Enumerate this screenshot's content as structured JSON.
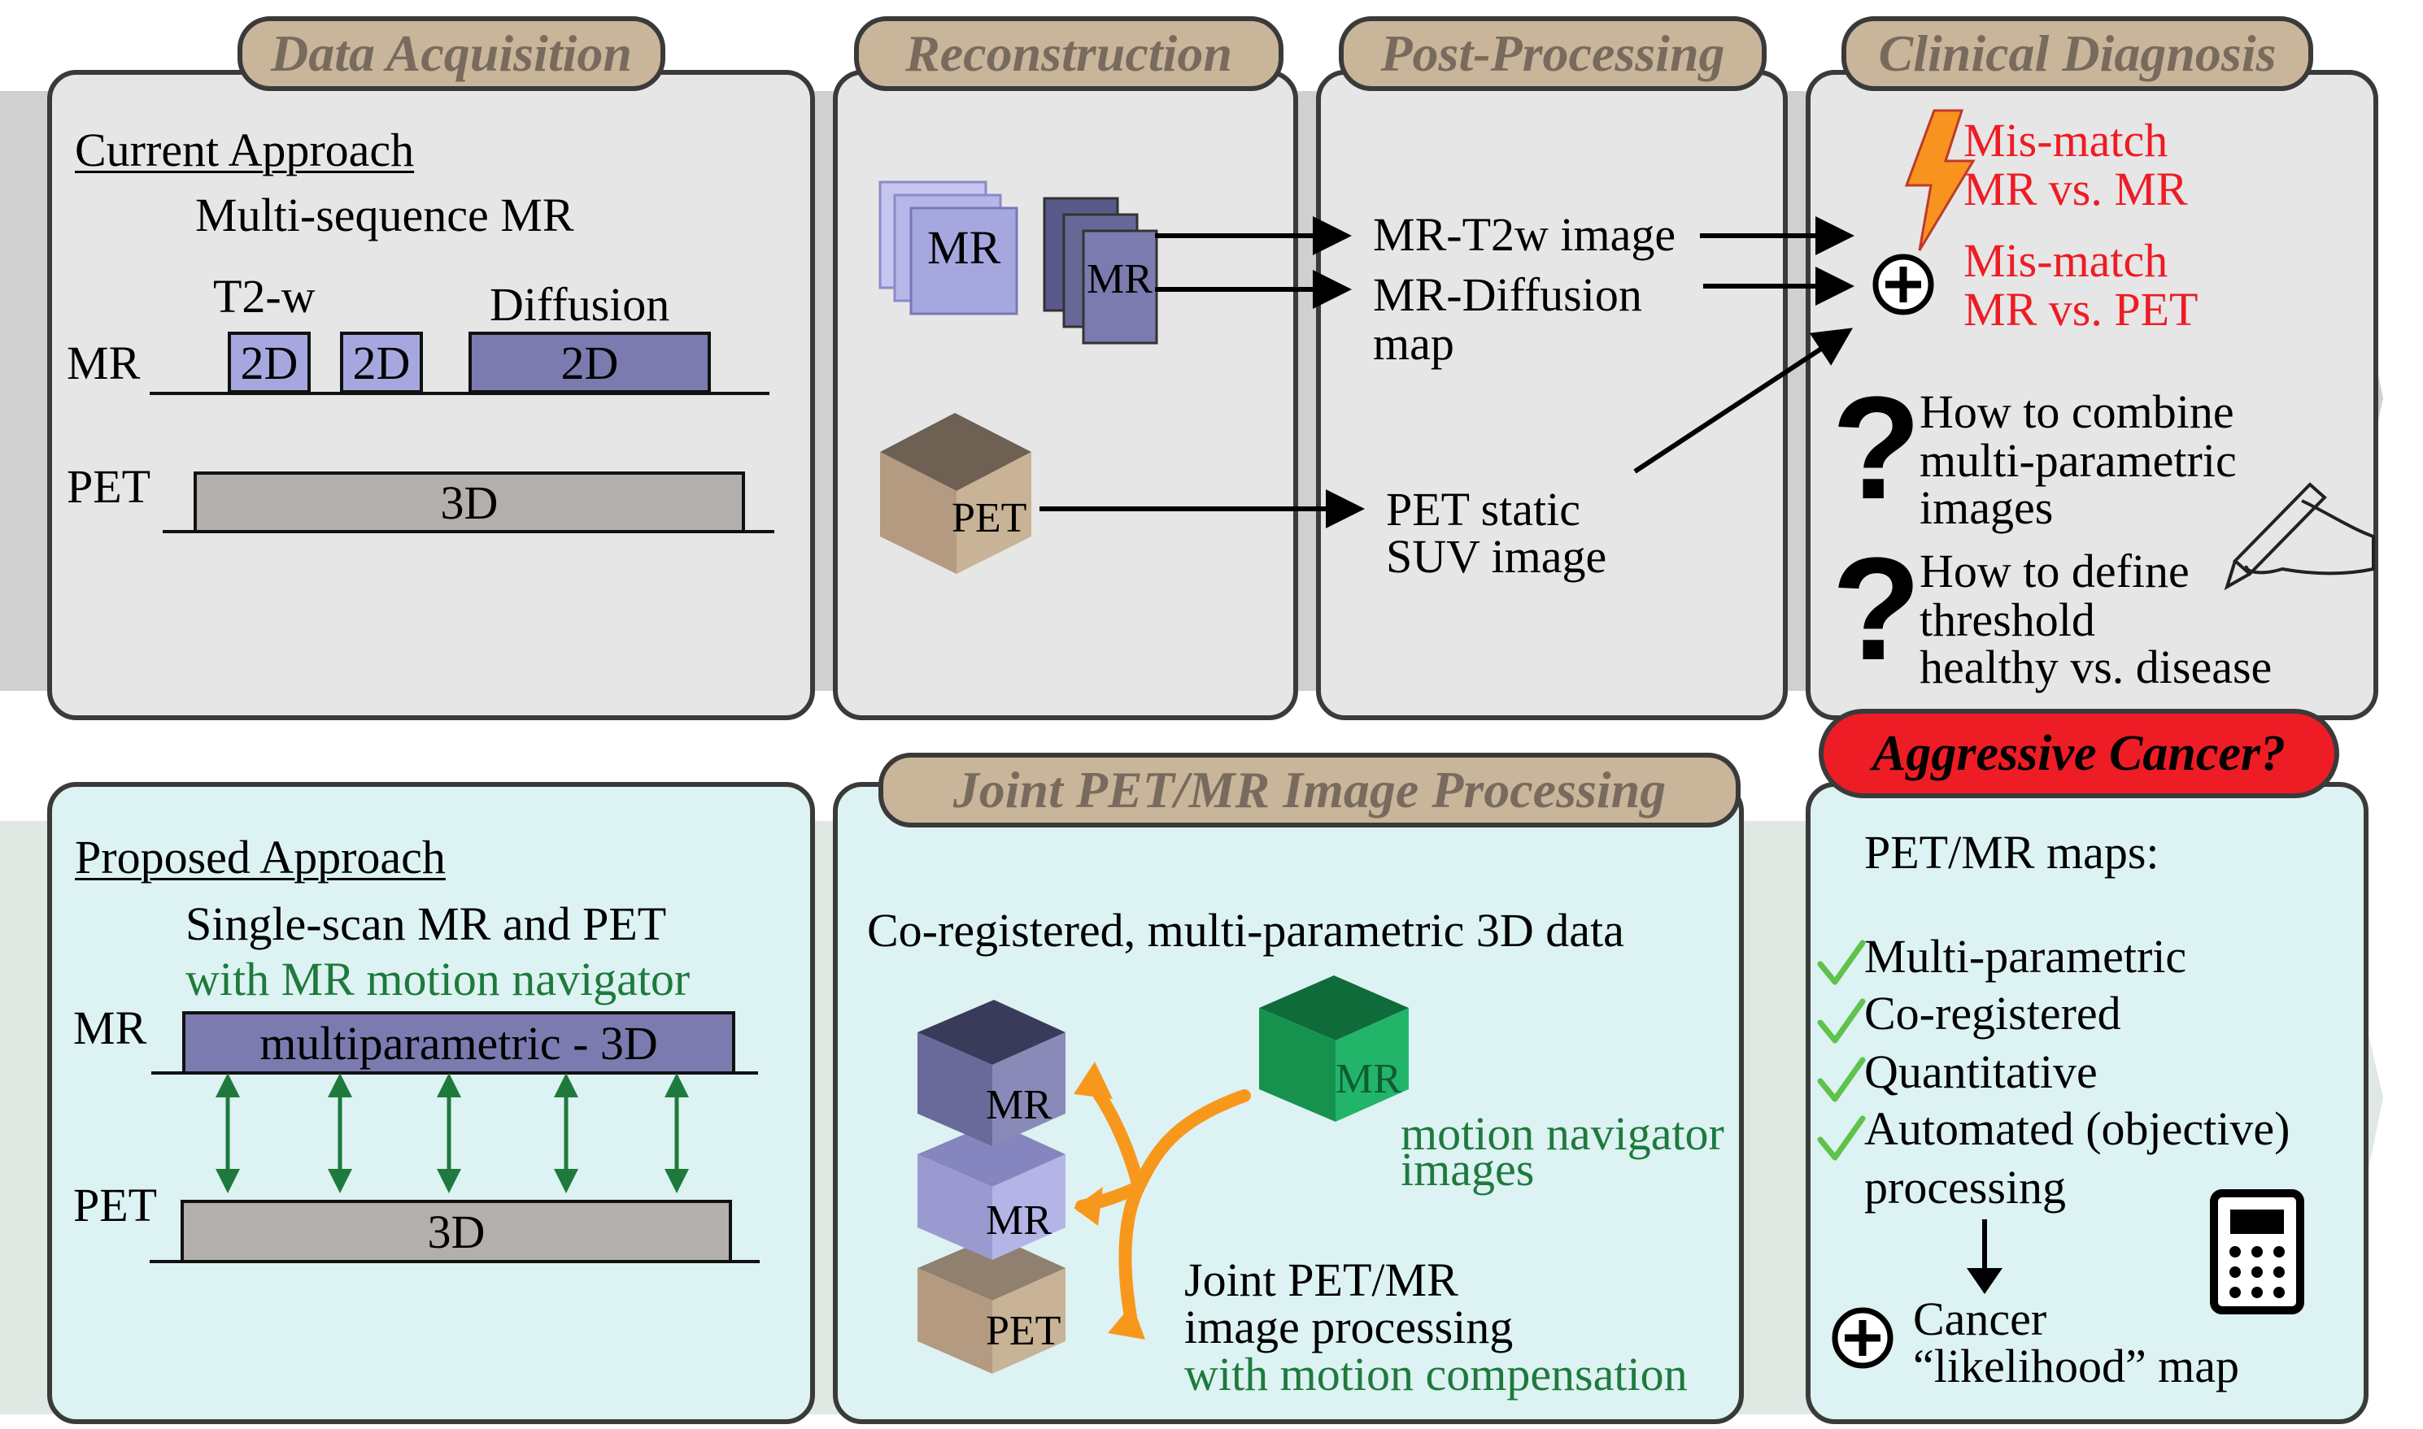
{
  "tabs": {
    "acquisition": "Data Acquisition",
    "reconstruction": "Reconstruction",
    "post_processing": "Post-Processing",
    "clinical": "Clinical Diagnosis",
    "joint": "Joint PET/MR Image Processing",
    "aggressive": "Aggressive Cancer?"
  },
  "current": {
    "heading": "Current Approach",
    "subtitle": "Multi-sequence MR",
    "t2w": "T2-w",
    "diffusion": "Diffusion",
    "mr_label": "MR",
    "pet_label": "PET",
    "block_2d_a": "2D",
    "block_2d_b": "2D",
    "block_2d_c": "2D",
    "block_3d": "3D"
  },
  "recon": {
    "mr_stack_1": "MR",
    "mr_stack_2": "MR",
    "pet_cube": "PET"
  },
  "post": {
    "t2w_image": "MR-T2w image",
    "diffusion_l1": "MR-Diffusion",
    "diffusion_l2": "map",
    "pet_l1": "PET static",
    "pet_l2": "SUV image"
  },
  "clinical": {
    "mismatch1_l1": "Mis-match",
    "mismatch1_l2": "MR vs. MR",
    "mismatch2_l1": "Mis-match",
    "mismatch2_l2": "MR vs. PET",
    "q_mark": "?",
    "q1_l1": "How to combine",
    "q1_l2": "multi-parametric",
    "q1_l3": "images",
    "q2_l1": "How to define",
    "q2_l2": "threshold",
    "q2_l3": "healthy vs. disease"
  },
  "proposed": {
    "heading": "Proposed Approach",
    "line1": "Single-scan MR and PET",
    "line2": "with MR motion navigator",
    "mr_label": "MR",
    "pet_label": "PET",
    "mr_block": "multiparametric - 3D",
    "pet_block": "3D"
  },
  "joint": {
    "title": "Co-registered, multi-parametric 3D data",
    "cube_mr1": "MR",
    "cube_mr2": "MR",
    "cube_pet": "PET",
    "nav_cube": "MR",
    "nav_l1": "motion navigator",
    "nav_l2": "images",
    "proc_l1": "Joint PET/MR",
    "proc_l2": "image processing",
    "proc_l3": "with motion compensation"
  },
  "maps": {
    "heading": "PET/MR maps:",
    "items": [
      "Multi-parametric",
      "Co-registered",
      "Quantitative",
      "Automated (objective)"
    ],
    "item4_l2": "processing",
    "result_l1": "Cancer",
    "result_l2": "“likelihood” map"
  },
  "colors": {
    "mr_light": "#a7a7e0",
    "mr_dark": "#7b7bb0",
    "pet": "#b2afac",
    "tab": "#c9b59a",
    "warning_red": "#ee1c25",
    "green_text": "#1e7a3c",
    "check": "#5fc24a"
  }
}
